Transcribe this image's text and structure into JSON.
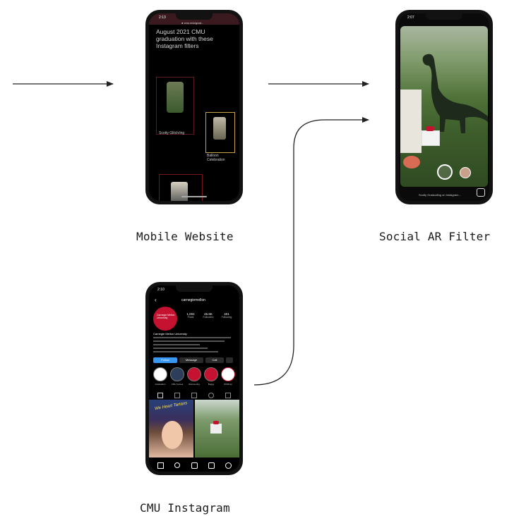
{
  "captions": {
    "mobile_website": "Mobile Website",
    "social_ar_filter": "Social AR Filter",
    "cmu_instagram": "CMU Instagram"
  },
  "mobile_website": {
    "status_time": "2:13",
    "url": "● cmu.edu/grad...",
    "headline": "August 2021 CMU graduation with these Instagram filters",
    "filters": [
      "Scotty Glitch/ing",
      "Balloon Celebration"
    ]
  },
  "ar_filter": {
    "status_time": "2:07",
    "hint_text": "Scotty Graduating on Instagram..."
  },
  "instagram": {
    "status_time": "2:10",
    "username": "carnegiemellon",
    "avatar_text": "Carnegie Mellon University",
    "stats": [
      {
        "num": "1,004",
        "label": "Posts"
      },
      {
        "num": "45.6K",
        "label": "Followers"
      },
      {
        "num": "401",
        "label": "Following"
      }
    ],
    "bio_name": "Carnegie Mellon University",
    "buttons": [
      "Follow",
      "Message",
      "Call"
    ],
    "highlights": [
      "Graduation",
      "CMU Voices",
      "Discovering",
      "Buggy",
      "#CMUxp"
    ],
    "post_text": "We Heart Tartans"
  },
  "colors": {
    "cmu_red": "#c41230",
    "arrow": "#222222",
    "follow_blue": "#3897f0"
  }
}
